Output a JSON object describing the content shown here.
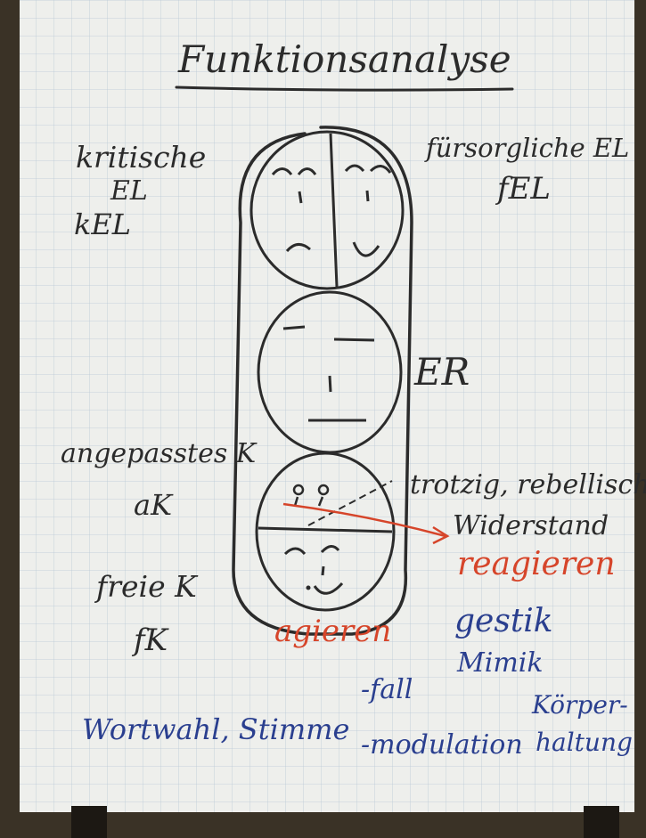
{
  "photo": {
    "subject": "flipchart",
    "colors": {
      "paper": "#eeefec",
      "grid": "#b9c9d6",
      "background_dark": "#3a3226",
      "marker_black": "#2b2b2b",
      "marker_red": "#d6452a",
      "marker_blue": "#2a3f8f"
    }
  },
  "title": "Funktionsanalyse",
  "left": {
    "kritisch_line1": "kritische",
    "kritisch_line2": "EL",
    "kritisch_abbr": "kEL",
    "angepasst_line1": "angepasstes K",
    "angepasst_abbr": "aK",
    "frei_line1": "freie K",
    "frei_abbr": "fK"
  },
  "right": {
    "fuersorglich_line1": "fürsorgliche EL",
    "fuersorglich_abbr": "fEL",
    "er": "ER",
    "trotzig": "trotzig, rebellisch",
    "widerstand": "Widerstand",
    "reagieren": "reagieren"
  },
  "bottom": {
    "agieren": "agieren",
    "gestik": "gestik",
    "mimik": "Mimik",
    "fall": "-fall",
    "koerper": "Körper-",
    "haltung": "haltung",
    "wortwahl": "Wortwahl, Stimme",
    "modulation": "-modulation"
  }
}
